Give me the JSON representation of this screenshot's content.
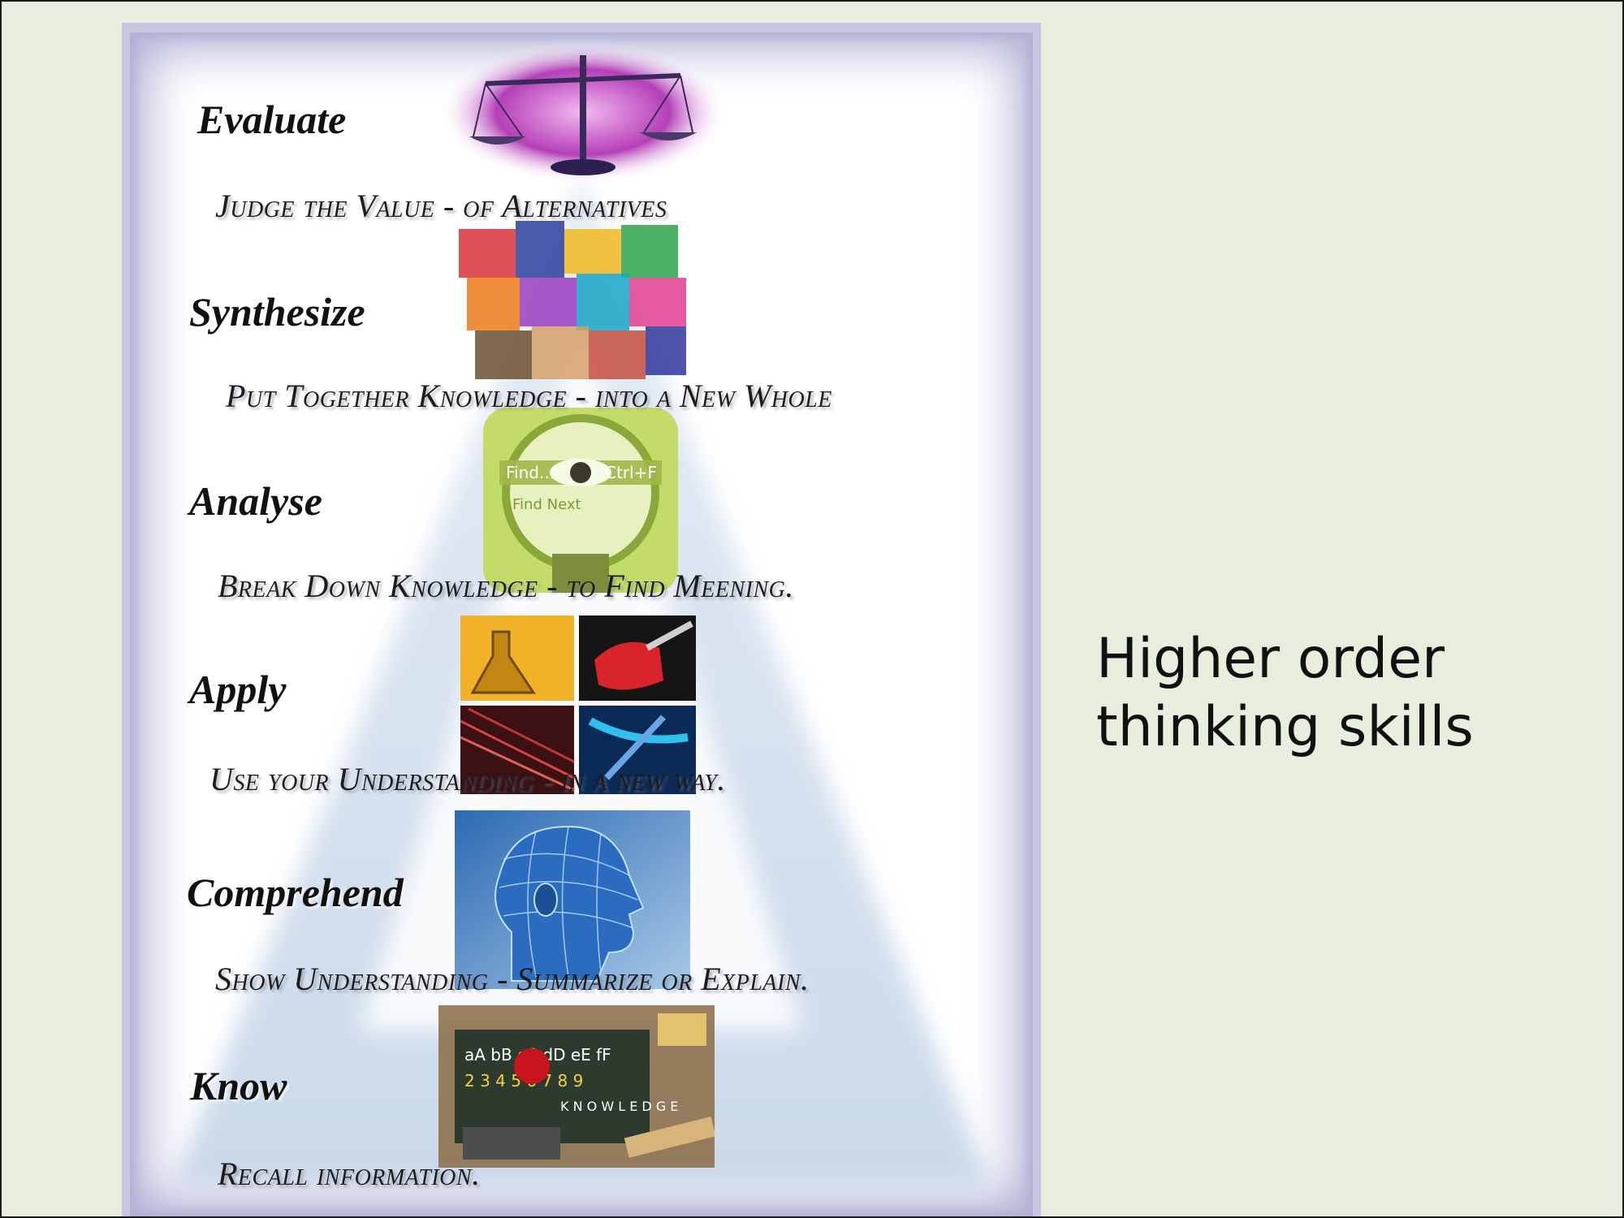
{
  "slide": {
    "side_title_line1": "Higher order",
    "side_title_line2": "thinking skills"
  },
  "levels": [
    {
      "title": "Evaluate",
      "desc": "Judge the Value - of Alternatives",
      "icon": "scales-of-justice-icon"
    },
    {
      "title": "Synthesize",
      "desc": "Put Together Knowledge - into a New Whole",
      "icon": "puzzle-hands-icon"
    },
    {
      "title": "Analyse",
      "desc": "Break Down Knowledge - to Find Meening.",
      "icon": "magnifier-eye-icon"
    },
    {
      "title": "Apply",
      "desc": "Use your Understanding - in a new way.",
      "icon": "applied-science-collage-icon"
    },
    {
      "title": "Comprehend",
      "desc": "Show Understanding - Summarize or Explain.",
      "icon": "wireframe-head-icon"
    },
    {
      "title": "Know",
      "desc": "Recall information.",
      "icon": "knowledge-collage-icon"
    }
  ],
  "images": {
    "analyse_text_1": "Find...",
    "analyse_text_2": "Ctrl+F",
    "analyse_text_3": "Find Next",
    "know_text_1": "aA bB cC dD eE fF",
    "know_text_2": "2 3 4 5 6 7 8 9",
    "know_text_3": "K N O W L E D G E"
  },
  "colors": {
    "background": "#e8eedd",
    "poster_frame": "#c7c5e2",
    "pyramid": "#c9d8ea"
  }
}
